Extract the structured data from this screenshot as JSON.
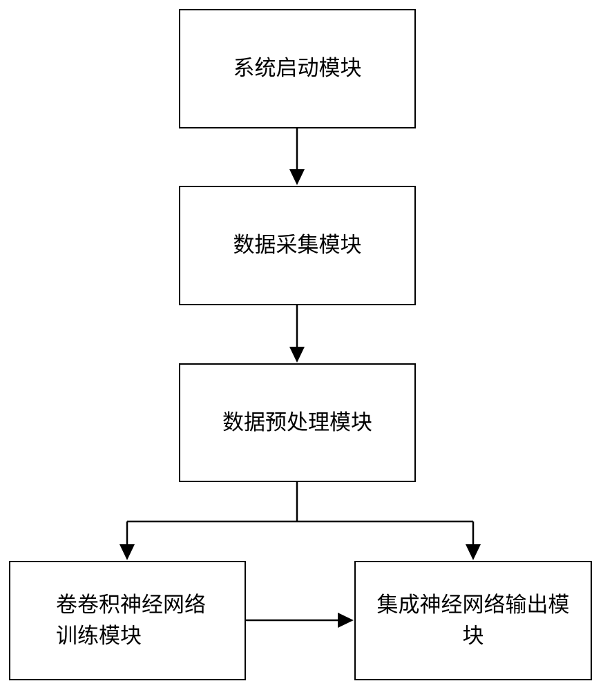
{
  "diagram": {
    "nodes": [
      {
        "id": "system-start",
        "label": "系统启动模块"
      },
      {
        "id": "data-collection",
        "label": "数据采集模块"
      },
      {
        "id": "data-preprocessing",
        "label": "数据预处理模块"
      },
      {
        "id": "cnn-training",
        "label": "卷卷积神经网络\n训练模块"
      },
      {
        "id": "ensemble-output",
        "label": "集成神经网络输出模\n块"
      }
    ],
    "edges": [
      {
        "from": "system-start",
        "to": "data-collection"
      },
      {
        "from": "data-collection",
        "to": "data-preprocessing"
      },
      {
        "from": "data-preprocessing",
        "to": "cnn-training"
      },
      {
        "from": "data-preprocessing",
        "to": "ensemble-output"
      },
      {
        "from": "cnn-training",
        "to": "ensemble-output"
      }
    ]
  }
}
